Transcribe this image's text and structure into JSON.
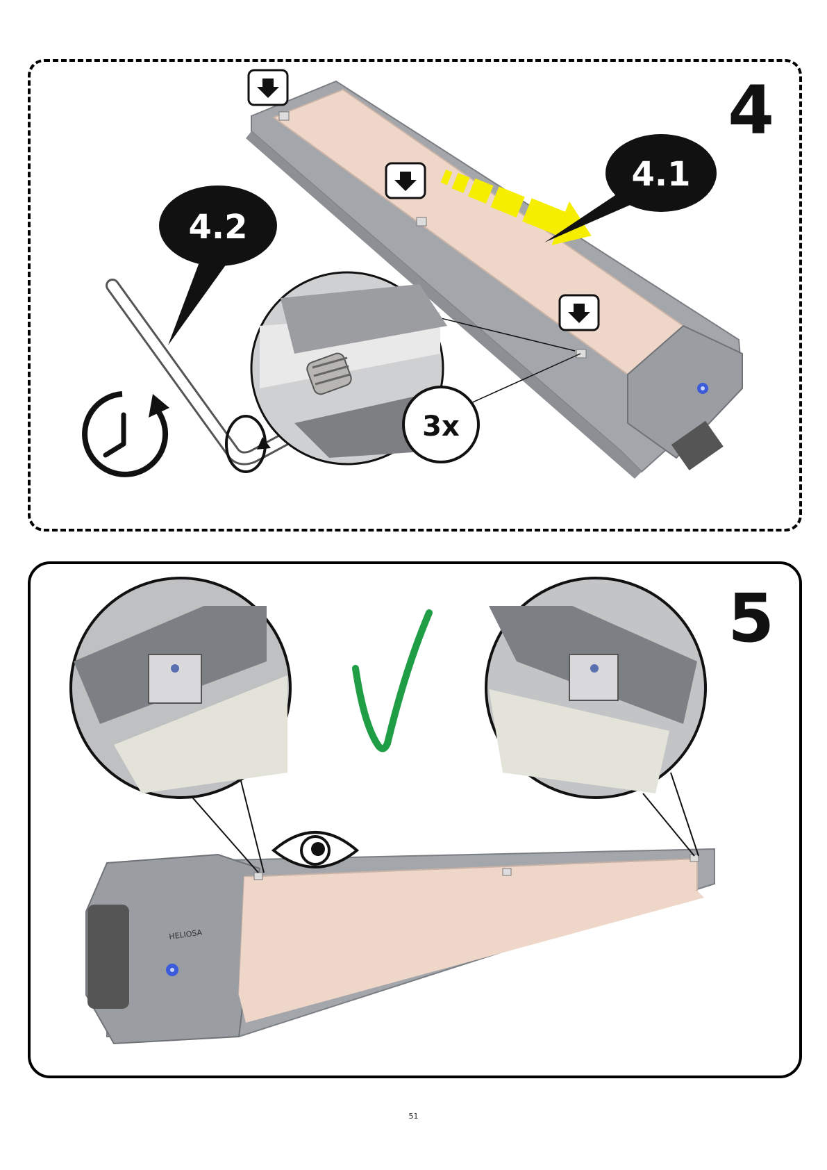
{
  "step4": {
    "number": "4",
    "substep_a": "4.1",
    "substep_b": "4.2",
    "repeat": "3x"
  },
  "step5": {
    "number": "5"
  },
  "heater_brand": "HELIOSA",
  "footer": {
    "page_number": "51"
  },
  "colors": {
    "panel_fill": "#eed6c8",
    "housing": "#a9abaf",
    "arrow": "#f5ee00",
    "check": "#1f9e45",
    "indicator": "#3c5bd9"
  },
  "icons": [
    "arrow-down-icon",
    "clock-rotate-icon",
    "hex-key-icon",
    "eye-icon",
    "checkmark-icon"
  ]
}
